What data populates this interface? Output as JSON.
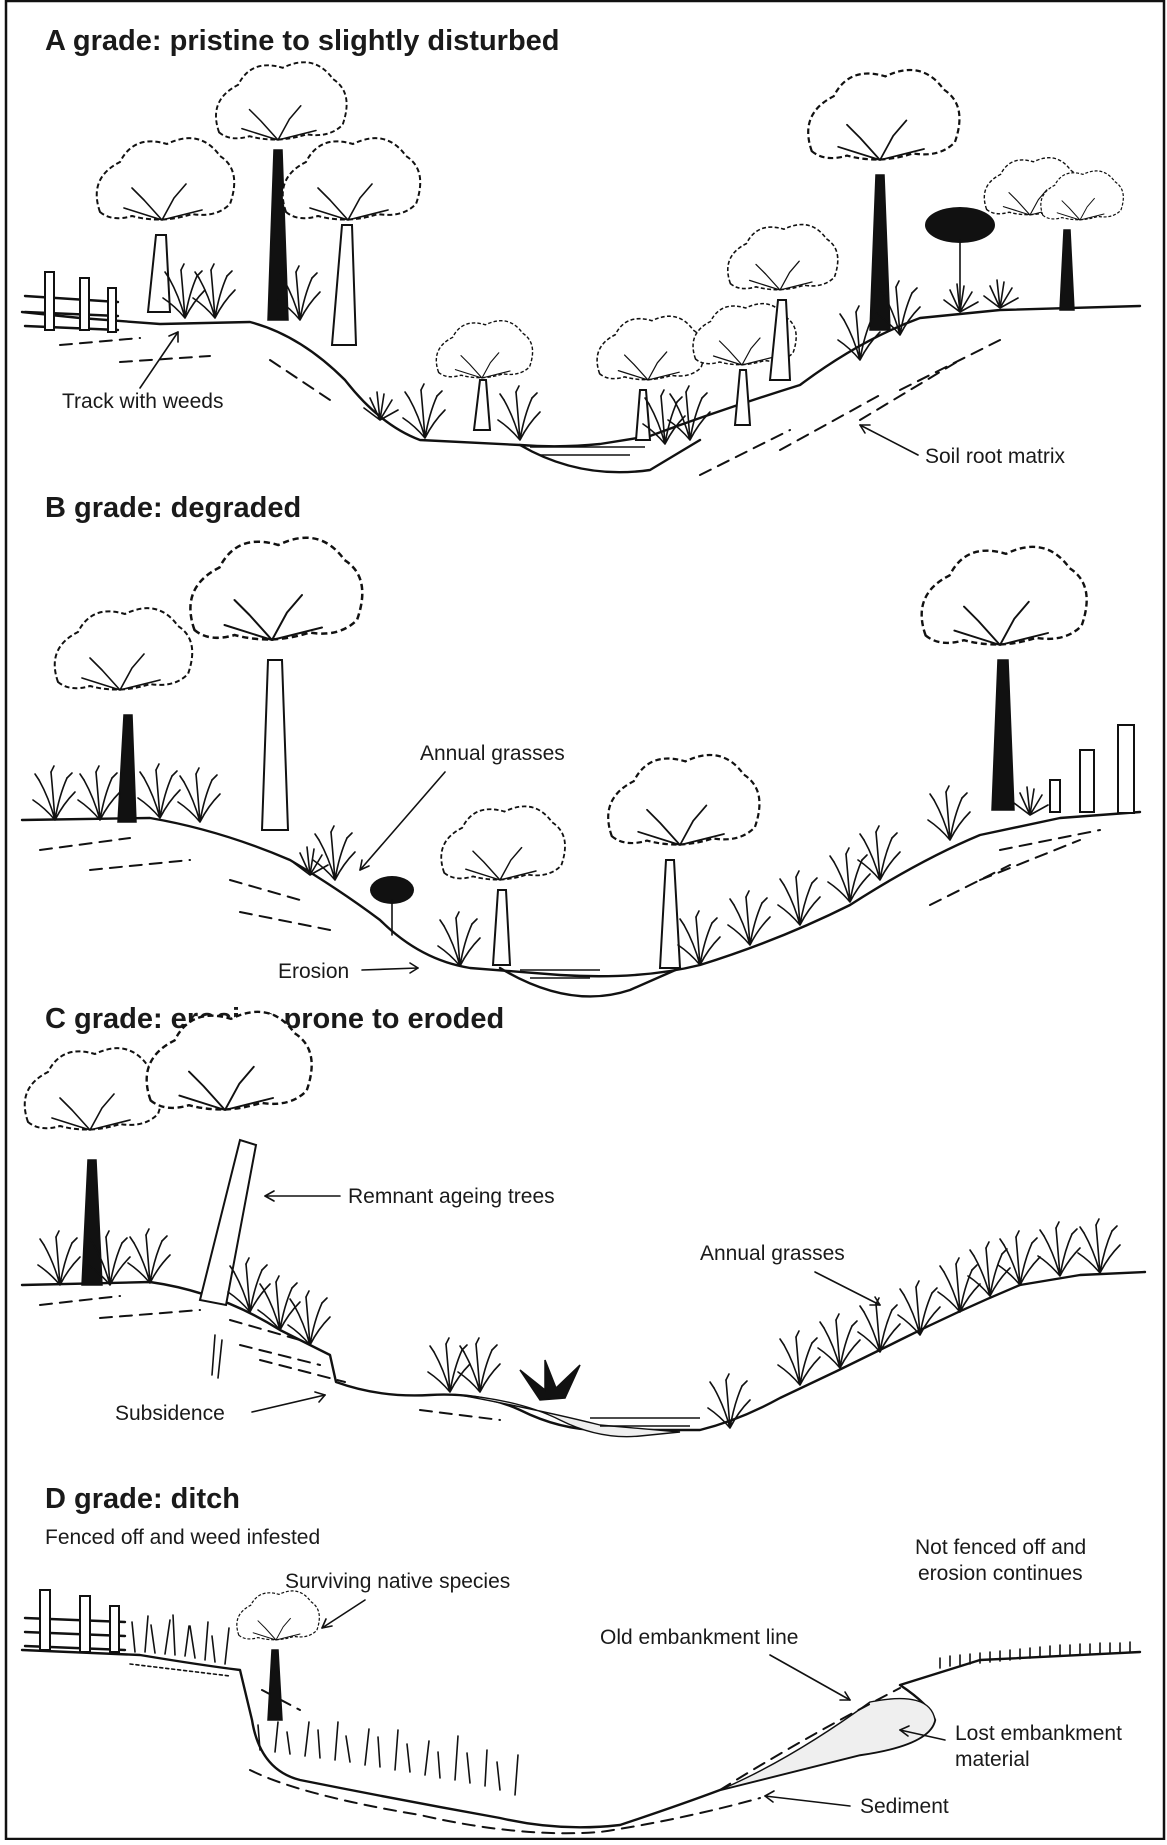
{
  "panels": {
    "a": {
      "title": "A grade: pristine to slightly disturbed",
      "labels": {
        "track": "Track with weeds",
        "soil": "Soil root matrix"
      }
    },
    "b": {
      "title": "B grade: degraded",
      "labels": {
        "annual": "Annual grasses",
        "erosion": "Erosion"
      }
    },
    "c": {
      "title": "C grade: erosion prone to eroded",
      "labels": {
        "remnant": "Remnant ageing trees",
        "annual": "Annual grasses",
        "subsidence": "Subsidence"
      }
    },
    "d": {
      "title": "D grade: ditch",
      "labels": {
        "fenced": "Fenced off and weed infested",
        "not_fenced_1": "Not fenced off and",
        "not_fenced_2": "erosion continues",
        "surviving": "Surviving native species",
        "old_line": "Old embankment line",
        "lost_1": "Lost embankment",
        "lost_2": "material",
        "sediment": "Sediment"
      }
    }
  }
}
